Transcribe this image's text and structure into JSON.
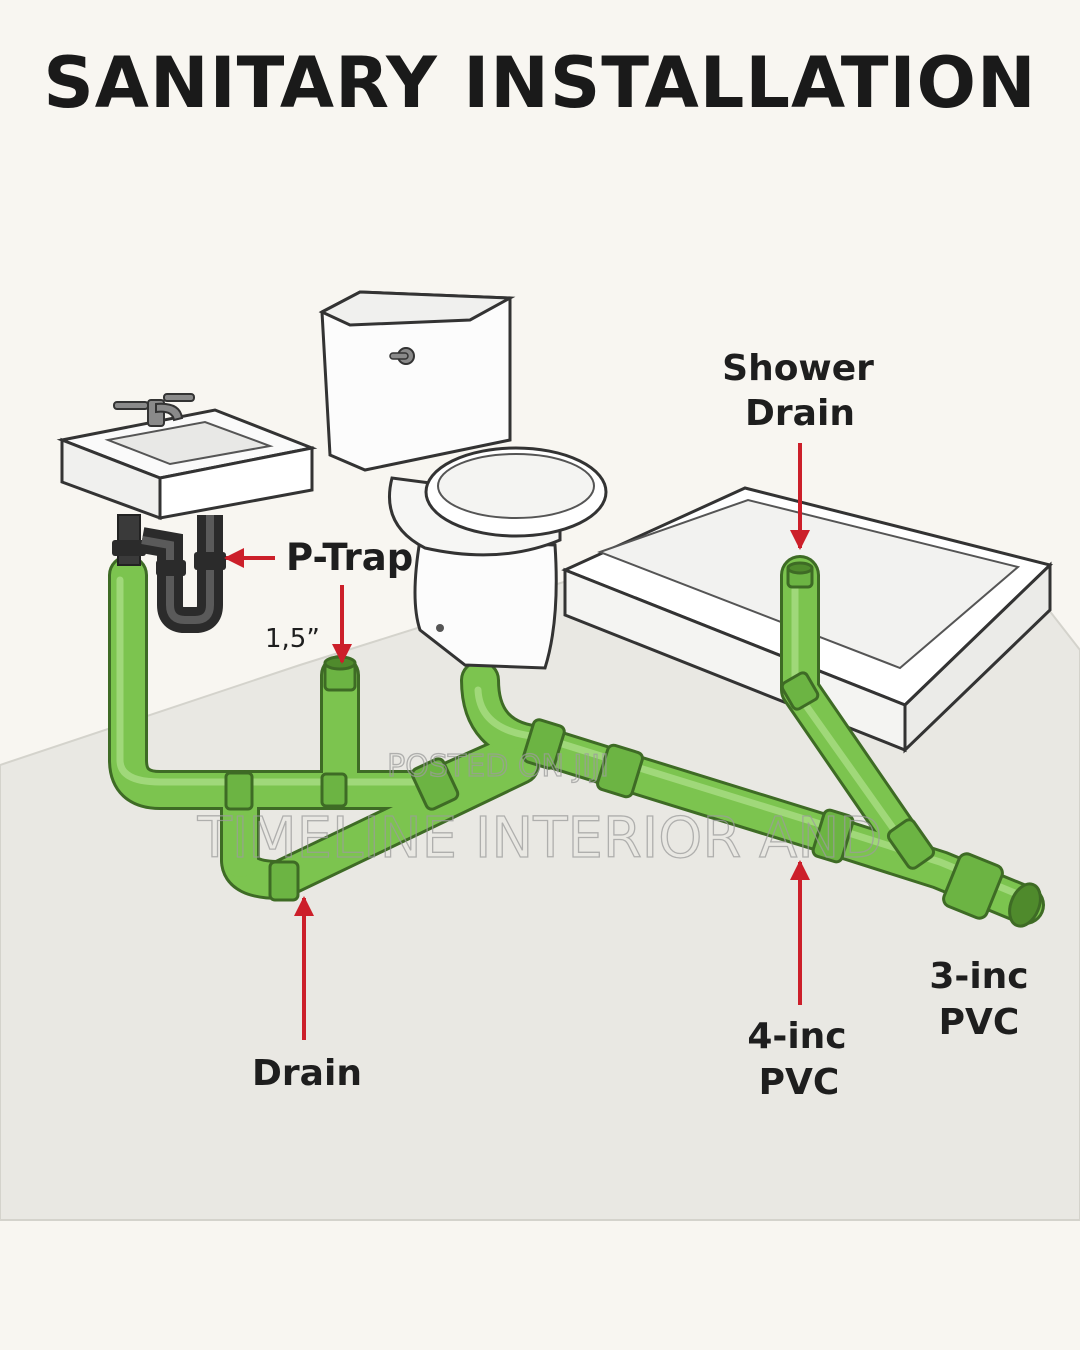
{
  "title": "SANITARY INSTALLATION",
  "labels": {
    "p_trap": "P-Trap",
    "size": "1,5”",
    "shower_drain_line1": "Shower",
    "shower_drain_line2": "Drain",
    "drain": "Drain",
    "pvc4_line1": "4-inc",
    "pvc4_line2": "PVC",
    "pvc3_line1": "3-inc",
    "pvc3_line2": "PVC"
  },
  "watermark": {
    "line1": "POSTED ON JIJI",
    "line2": "TIMELINE INTERIOR AND"
  },
  "colors": {
    "background": "#f8f6f1",
    "floor": "#e9e8e3",
    "pipe": "#7cc44f",
    "pipe_dark": "#4f8a2c",
    "trap": "#3a3a3a",
    "arrow": "#cc1f2a",
    "fixture": "#fafafa",
    "outline": "#333333"
  }
}
